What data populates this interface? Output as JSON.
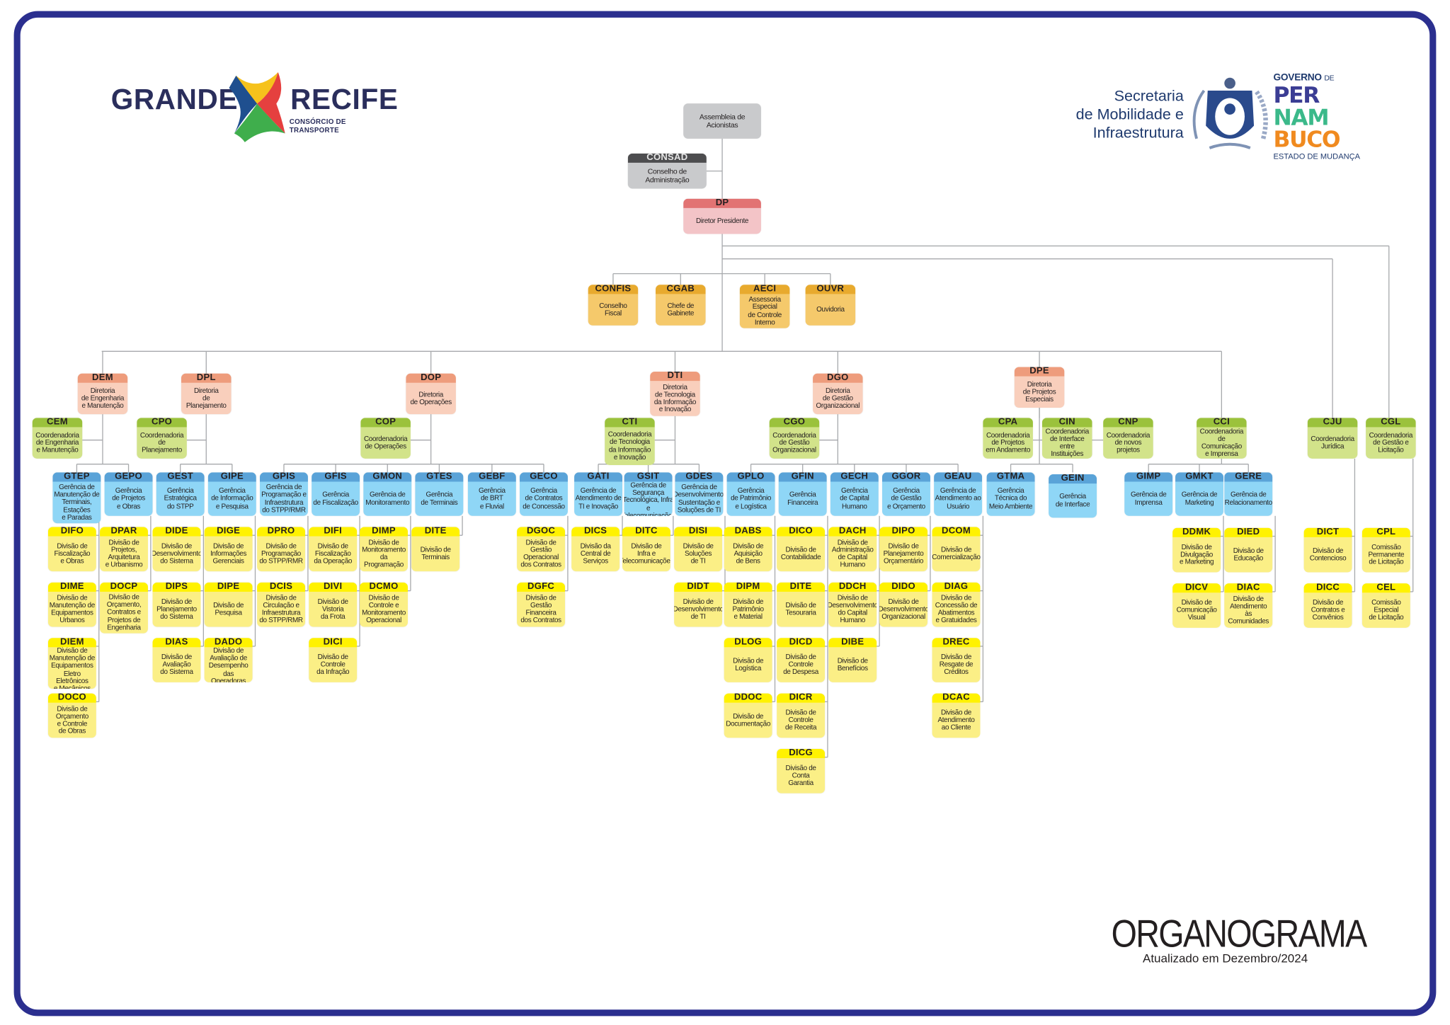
{
  "header": {
    "left_logo": {
      "word1": "GRANDE",
      "word2": "RECIFE",
      "tagline": "CONSÓRCIO DE TRANSPORTE"
    },
    "secretaria": [
      "Secretaria",
      "de Mobilidade e",
      "Infraestrutura"
    ],
    "gov_logo": {
      "governo": "GOVERNO",
      "de": "DE",
      "lines": [
        "PER",
        "NAM",
        "BUCO"
      ],
      "tagline": "ESTADO DE MUDANÇA"
    }
  },
  "footer": {
    "title": "ORGANOGRAMA",
    "updated": "Atualizado em Dezembro/2024"
  },
  "palette": {
    "frame": "#2b2f8f",
    "gray": {
      "header": "#4d4d4f",
      "body": "#c9cacc"
    },
    "president": {
      "header": "#e27373",
      "body": "#f3c4c7"
    },
    "staff": {
      "header": "#e8aa2e",
      "body": "#f5c96b"
    },
    "director": {
      "header": "#ee9c7c",
      "body": "#f9cfbc"
    },
    "coord": {
      "header": "#9bc23c",
      "body": "#d2e38a"
    },
    "manager": {
      "header": "#5aa3d8",
      "body": "#8fd6f6"
    },
    "division": {
      "header": "#fff200",
      "body": "#fbef86"
    },
    "line": "#a7a9ac"
  },
  "nodes": {
    "ASSEMB": {
      "code": "",
      "name": "Assembleia de\nAcionistas"
    },
    "CONSAD": {
      "code": "CONSAD",
      "name": "Conselho de\nAdministração"
    },
    "DP": {
      "code": "DP",
      "name": "Diretor Presidente"
    },
    "CONFIS": {
      "code": "CONFIS",
      "name": "Conselho\nFiscal"
    },
    "CGAB": {
      "code": "CGAB",
      "name": "Chefe de\nGabinete"
    },
    "AECI": {
      "code": "AECI",
      "name": "Assessoria\nEspecial\nde Controle\nInterno"
    },
    "OUVR": {
      "code": "OUVR",
      "name": "Ouvidoria"
    },
    "DEM": {
      "code": "DEM",
      "name": "Diretoria\nde Engenharia\ne Manutenção"
    },
    "DPL": {
      "code": "DPL",
      "name": "Diretoria\nde Planejamento"
    },
    "DOP": {
      "code": "DOP",
      "name": "Diretoria\nde Operações"
    },
    "DTI": {
      "code": "DTI",
      "name": "Diretoria\nde Tecnologia\nda Informação\ne Inovação"
    },
    "DGO": {
      "code": "DGO",
      "name": "Diretoria\nde Gestão\nOrganizacional"
    },
    "DPE": {
      "code": "DPE",
      "name": "Diretoria\nde Projetos\nEspeciais"
    },
    "CEM": {
      "code": "CEM",
      "name": "Coordenadoria\nde Engenharia\ne Manutenção"
    },
    "CPO": {
      "code": "CPO",
      "name": "Coordenadoria\nde Planejamento"
    },
    "COP": {
      "code": "COP",
      "name": "Coordenadoria\nde Operações"
    },
    "CTI": {
      "code": "CTI",
      "name": "Coordenadoria\nde Tecnologia\nda Informação\ne Inovação"
    },
    "CGO": {
      "code": "CGO",
      "name": "Coordenadoria\nde Gestão\nOrganizacional"
    },
    "CPA": {
      "code": "CPA",
      "name": "Coordenadoria\nde Projetos\nem Andamento"
    },
    "CIN": {
      "code": "CIN",
      "name": "Coordenadoria\nde Interface\nentre Instituições"
    },
    "CNP": {
      "code": "CNP",
      "name": "Coordenadoria\nde novos\nprojetos"
    },
    "CCI": {
      "code": "CCI",
      "name": "Coordenadoria\nde Comunicação\ne Imprensa"
    },
    "CJU": {
      "code": "CJU",
      "name": "Coordenadoria\nJurídica"
    },
    "CGL": {
      "code": "CGL",
      "name": "Coordenadoria\nde Gestão e\nLicitação"
    },
    "GTEP": {
      "code": "GTEP",
      "name": "Gerência de\nManutenção de\nTerminais,\nEstações\ne Paradas"
    },
    "GEPO": {
      "code": "GEPO",
      "name": "Gerência\nde Projetos\ne Obras"
    },
    "GEST": {
      "code": "GEST",
      "name": "Gerência\nEstratégica\ndo STPP"
    },
    "GIPE": {
      "code": "GIPE",
      "name": "Gerência\nde Informação\ne Pesquisa"
    },
    "GPIS": {
      "code": "GPIS",
      "name": "Gerência de\nProgramação e\nInfraestrutura\ndo STPP/RMR"
    },
    "GFIS": {
      "code": "GFIS",
      "name": "Gerência\nde Fiscalização"
    },
    "GMON": {
      "code": "GMON",
      "name": "Gerência de\nMonitoramento"
    },
    "GTES": {
      "code": "GTES",
      "name": "Gerência\nde Terminais"
    },
    "GEBF": {
      "code": "GEBF",
      "name": "Gerência\nde BRT\ne Fluvial"
    },
    "GECO": {
      "code": "GECO",
      "name": "Gerência\nde Contratos\nde Concessão"
    },
    "GATI": {
      "code": "GATI",
      "name": "Gerência de\nAtendimento de\nTI e Inovação"
    },
    "GSIT": {
      "code": "GSIT",
      "name": "Gerência de\nSegurança\nTecnológica, Infra e\nTelecomunicações"
    },
    "GDES": {
      "code": "GDES",
      "name": "Gerência de\nDesenvolvimento,\nSustentação e\nSoluções de TI"
    },
    "GPLO": {
      "code": "GPLO",
      "name": "Gerência\nde Patrimônio\ne Logística"
    },
    "GFIN": {
      "code": "GFIN",
      "name": "Gerência\nFinanceira"
    },
    "GECH": {
      "code": "GECH",
      "name": "Gerência\nde Capital\nHumano"
    },
    "GGOR": {
      "code": "GGOR",
      "name": "Gerência\nde Gestão\ne Orçamento"
    },
    "GEAU": {
      "code": "GEAU",
      "name": "Gerência de\nAtendimento ao\nUsuário"
    },
    "GTMA": {
      "code": "GTMA",
      "name": "Gerência\nTécnica do\nMeio Ambiente"
    },
    "GEIN": {
      "code": "GEIN",
      "name": "Gerência\nde Interface"
    },
    "GIMP": {
      "code": "GIMP",
      "name": "Gerência de\nImprensa"
    },
    "GMKT": {
      "code": "GMKT",
      "name": "Gerência de\nMarketing"
    },
    "GERE": {
      "code": "GERE",
      "name": "Gerência de\nRelacionamento"
    },
    "DIFO": {
      "code": "DIFO",
      "name": "Divisão de\nFiscalização\ne Obras"
    },
    "DIME": {
      "code": "DIME",
      "name": "Divisão de\nManutenção de\nEquipamentos\nUrbanos"
    },
    "DIEM": {
      "code": "DIEM",
      "name": "Divisão de\nManutenção de\nEquipamentos\nEletro Eletrônicos\ne Mecânicos"
    },
    "DOCO": {
      "code": "DOCO",
      "name": "Divisão de\nOrçamento\ne Controle\nde Obras"
    },
    "DPAR": {
      "code": "DPAR",
      "name": "Divisão de\nProjetos,\nArquitetura\ne Urbanismo"
    },
    "DOCP": {
      "code": "DOCP",
      "name": "Divisão de\nOrçamento,\nContratos e\nProjetos de\nEngenharia"
    },
    "DIDE": {
      "code": "DIDE",
      "name": "Divisão de\nDesenvolvimento\ndo Sistema"
    },
    "DIPS": {
      "code": "DIPS",
      "name": "Divisão de\nPlanejamento\ndo Sistema"
    },
    "DIAS": {
      "code": "DIAS",
      "name": "Divisão de\nAvaliação\ndo Sistema"
    },
    "DIGE": {
      "code": "DIGE",
      "name": "Divisão de\nInformações\nGerenciais"
    },
    "DIPE": {
      "code": "DIPE",
      "name": "Divisão de\nPesquisa"
    },
    "DADO": {
      "code": "DADO",
      "name": "Divisão de\nAvaliação de\nDesempenho\ndas Operadoras"
    },
    "DPRO": {
      "code": "DPRO",
      "name": "Divisão de\nProgramação\ndo STPP/RMR"
    },
    "DCIS": {
      "code": "DCIS",
      "name": "Divisão de\nCirculação e\nInfraestrutura\ndo STPP/RMR"
    },
    "DIFI": {
      "code": "DIFI",
      "name": "Divisão de\nFiscalização\nda Operação"
    },
    "DIVI": {
      "code": "DIVI",
      "name": "Divisão de\nVistoria\nda Frota"
    },
    "DICI": {
      "code": "DICI",
      "name": "Divisão de\nControle\nda Infração"
    },
    "DIMP": {
      "code": "DIMP",
      "name": "Divisão de\nMonitoramento\nda\nProgramação"
    },
    "DCMO": {
      "code": "DCMO",
      "name": "Divisão de\nControle e\nMonitoramento\nOperacional"
    },
    "DITE_TERM": {
      "code": "DITE",
      "name": "Divisão de\nTerminais"
    },
    "DGOC": {
      "code": "DGOC",
      "name": "Divisão de\nGestão\nOperacional\ndos Contratos"
    },
    "DGFC": {
      "code": "DGFC",
      "name": "Divisão de\nGestão\nFinanceira\ndos Contratos"
    },
    "DICS": {
      "code": "DICS",
      "name": "Divisão da\nCentral de\nServiços"
    },
    "DITC": {
      "code": "DITC",
      "name": "Divisão de\nInfra e\nTelecomunicações"
    },
    "DISI": {
      "code": "DISI",
      "name": "Divisão de\nSoluções\nde TI"
    },
    "DIDT": {
      "code": "DIDT",
      "name": "Divisão de\nDesenvolvimento\nde TI"
    },
    "DABS": {
      "code": "DABS",
      "name": "Divisão de\nAquisição\nde Bens"
    },
    "DIPM": {
      "code": "DIPM",
      "name": "Divisão de\nPatrimônio\ne Material"
    },
    "DLOG": {
      "code": "DLOG",
      "name": "Divisão de\nLogística"
    },
    "DDOC": {
      "code": "DDOC",
      "name": "Divisão de\nDocumentação"
    },
    "DICO": {
      "code": "DICO",
      "name": "Divisão de\nContabilidade"
    },
    "DITE_TES": {
      "code": "DITE",
      "name": "Divisão de\nTesouraria"
    },
    "DICD": {
      "code": "DICD",
      "name": "Divisão de\nControle\nde Despesa"
    },
    "DICR": {
      "code": "DICR",
      "name": "Divisão de\nControle\nde Receita"
    },
    "DICG": {
      "code": "DICG",
      "name": "Divisão de\nConta\nGarantia"
    },
    "DACH": {
      "code": "DACH",
      "name": "Divisão de\nAdministração\nde Capital\nHumano"
    },
    "DDCH": {
      "code": "DDCH",
      "name": "Divisão de\nDesenvolvimento\ndo Capital\nHumano"
    },
    "DIBE": {
      "code": "DIBE",
      "name": "Divisão de\nBenefícios"
    },
    "DIPO": {
      "code": "DIPO",
      "name": "Divisão de\nPlanejamento\nOrçamentário"
    },
    "DIDO": {
      "code": "DIDO",
      "name": "Divisão de\nDesenvolvimento\nOrganizacional"
    },
    "DCOM": {
      "code": "DCOM",
      "name": "Divisão de\nComercialização"
    },
    "DIAG": {
      "code": "DIAG",
      "name": "Divisão de\nConcessão de\nAbatimentos\ne Gratuidades"
    },
    "DREC": {
      "code": "DREC",
      "name": "Divisão de\nResgate de\nCréditos"
    },
    "DCAC": {
      "code": "DCAC",
      "name": "Divisão de\nAtendimento\nao Cliente"
    },
    "DDMK": {
      "code": "DDMK",
      "name": "Divisão de\nDivulgação\ne Marketing"
    },
    "DICV": {
      "code": "DICV",
      "name": "Divisão de\nComunicação\nVisual"
    },
    "DIED": {
      "code": "DIED",
      "name": "Divisão de\nEducação"
    },
    "DIAC": {
      "code": "DIAC",
      "name": "Divisão de\nAtendimento\nàs\nComunidades"
    },
    "DICT": {
      "code": "DICT",
      "name": "Divisão de\nContencioso"
    },
    "DICC": {
      "code": "DICC",
      "name": "Divisão de\nContratos e\nConvênios"
    },
    "CPL": {
      "code": "CPL",
      "name": "Comissão\nPermanente\nde Licitação"
    },
    "CEL": {
      "code": "CEL",
      "name": "Comissão\nEspecial\nde Licitação"
    }
  }
}
